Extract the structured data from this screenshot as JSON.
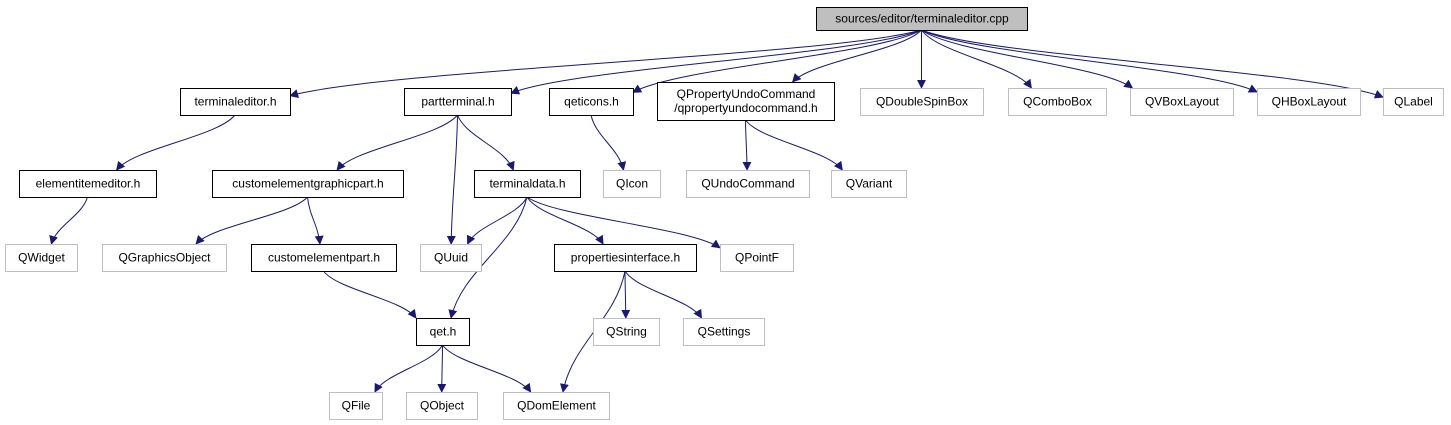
{
  "graph": {
    "colors": {
      "edge": "#191970",
      "root_fill": "#bfbfbf",
      "internal_border": "#000000",
      "external_border": "#bfbfbf",
      "text": "#000000"
    },
    "nodes": [
      {
        "id": "terminaleditor_cpp",
        "lines": [
          "sources/editor/terminaleditor.cpp"
        ],
        "kind": "root"
      },
      {
        "id": "terminaleditor_h",
        "lines": [
          "terminaleditor.h"
        ],
        "kind": "internal"
      },
      {
        "id": "partterminal_h",
        "lines": [
          "partterminal.h"
        ],
        "kind": "internal"
      },
      {
        "id": "qeticons_h",
        "lines": [
          "qeticons.h"
        ],
        "kind": "internal"
      },
      {
        "id": "qpropertyundocommand_h",
        "lines": [
          "QPropertyUndoCommand",
          "/qpropertyundocommand.h"
        ],
        "kind": "internal"
      },
      {
        "id": "QDoubleSpinBox",
        "lines": [
          "QDoubleSpinBox"
        ],
        "kind": "external"
      },
      {
        "id": "QComboBox",
        "lines": [
          "QComboBox"
        ],
        "kind": "external"
      },
      {
        "id": "QVBoxLayout",
        "lines": [
          "QVBoxLayout"
        ],
        "kind": "external"
      },
      {
        "id": "QHBoxLayout",
        "lines": [
          "QHBoxLayout"
        ],
        "kind": "external"
      },
      {
        "id": "QLabel",
        "lines": [
          "QLabel"
        ],
        "kind": "external"
      },
      {
        "id": "elementitemeditor_h",
        "lines": [
          "elementitemeditor.h"
        ],
        "kind": "internal"
      },
      {
        "id": "customelementgraphicpart_h",
        "lines": [
          "customelementgraphicpart.h"
        ],
        "kind": "internal"
      },
      {
        "id": "terminaldata_h",
        "lines": [
          "terminaldata.h"
        ],
        "kind": "internal"
      },
      {
        "id": "QIcon",
        "lines": [
          "QIcon"
        ],
        "kind": "external"
      },
      {
        "id": "QUndoCommand",
        "lines": [
          "QUndoCommand"
        ],
        "kind": "external"
      },
      {
        "id": "QVariant",
        "lines": [
          "QVariant"
        ],
        "kind": "external"
      },
      {
        "id": "QWidget",
        "lines": [
          "QWidget"
        ],
        "kind": "external"
      },
      {
        "id": "QGraphicsObject",
        "lines": [
          "QGraphicsObject"
        ],
        "kind": "external"
      },
      {
        "id": "customelementpart_h",
        "lines": [
          "customelementpart.h"
        ],
        "kind": "internal"
      },
      {
        "id": "QUuid",
        "lines": [
          "QUuid"
        ],
        "kind": "external"
      },
      {
        "id": "propertiesinterface_h",
        "lines": [
          "propertiesinterface.h"
        ],
        "kind": "internal"
      },
      {
        "id": "QPointF",
        "lines": [
          "QPointF"
        ],
        "kind": "external"
      },
      {
        "id": "qet_h",
        "lines": [
          "qet.h"
        ],
        "kind": "internal"
      },
      {
        "id": "QString",
        "lines": [
          "QString"
        ],
        "kind": "external"
      },
      {
        "id": "QSettings",
        "lines": [
          "QSettings"
        ],
        "kind": "external"
      },
      {
        "id": "QFile",
        "lines": [
          "QFile"
        ],
        "kind": "external"
      },
      {
        "id": "QObject",
        "lines": [
          "QObject"
        ],
        "kind": "external"
      },
      {
        "id": "QDomElement",
        "lines": [
          "QDomElement"
        ],
        "kind": "external"
      }
    ],
    "edges": [
      [
        "terminaleditor_cpp",
        "terminaleditor_h"
      ],
      [
        "terminaleditor_cpp",
        "partterminal_h"
      ],
      [
        "terminaleditor_cpp",
        "qeticons_h"
      ],
      [
        "terminaleditor_cpp",
        "qpropertyundocommand_h"
      ],
      [
        "terminaleditor_cpp",
        "QDoubleSpinBox"
      ],
      [
        "terminaleditor_cpp",
        "QComboBox"
      ],
      [
        "terminaleditor_cpp",
        "QVBoxLayout"
      ],
      [
        "terminaleditor_cpp",
        "QHBoxLayout"
      ],
      [
        "terminaleditor_cpp",
        "QLabel"
      ],
      [
        "terminaleditor_h",
        "elementitemeditor_h"
      ],
      [
        "elementitemeditor_h",
        "QWidget"
      ],
      [
        "partterminal_h",
        "customelementgraphicpart_h"
      ],
      [
        "partterminal_h",
        "QUuid"
      ],
      [
        "partterminal_h",
        "terminaldata_h"
      ],
      [
        "customelementgraphicpart_h",
        "QGraphicsObject"
      ],
      [
        "customelementgraphicpart_h",
        "customelementpart_h"
      ],
      [
        "customelementpart_h",
        "qet_h"
      ],
      [
        "terminaldata_h",
        "QUuid"
      ],
      [
        "terminaldata_h",
        "qet_h"
      ],
      [
        "terminaldata_h",
        "propertiesinterface_h"
      ],
      [
        "terminaldata_h",
        "QPointF"
      ],
      [
        "qeticons_h",
        "QIcon"
      ],
      [
        "qpropertyundocommand_h",
        "QUndoCommand"
      ],
      [
        "qpropertyundocommand_h",
        "QVariant"
      ],
      [
        "propertiesinterface_h",
        "QString"
      ],
      [
        "propertiesinterface_h",
        "QSettings"
      ],
      [
        "propertiesinterface_h",
        "QDomElement"
      ],
      [
        "qet_h",
        "QFile"
      ],
      [
        "qet_h",
        "QObject"
      ],
      [
        "qet_h",
        "QDomElement"
      ]
    ]
  }
}
